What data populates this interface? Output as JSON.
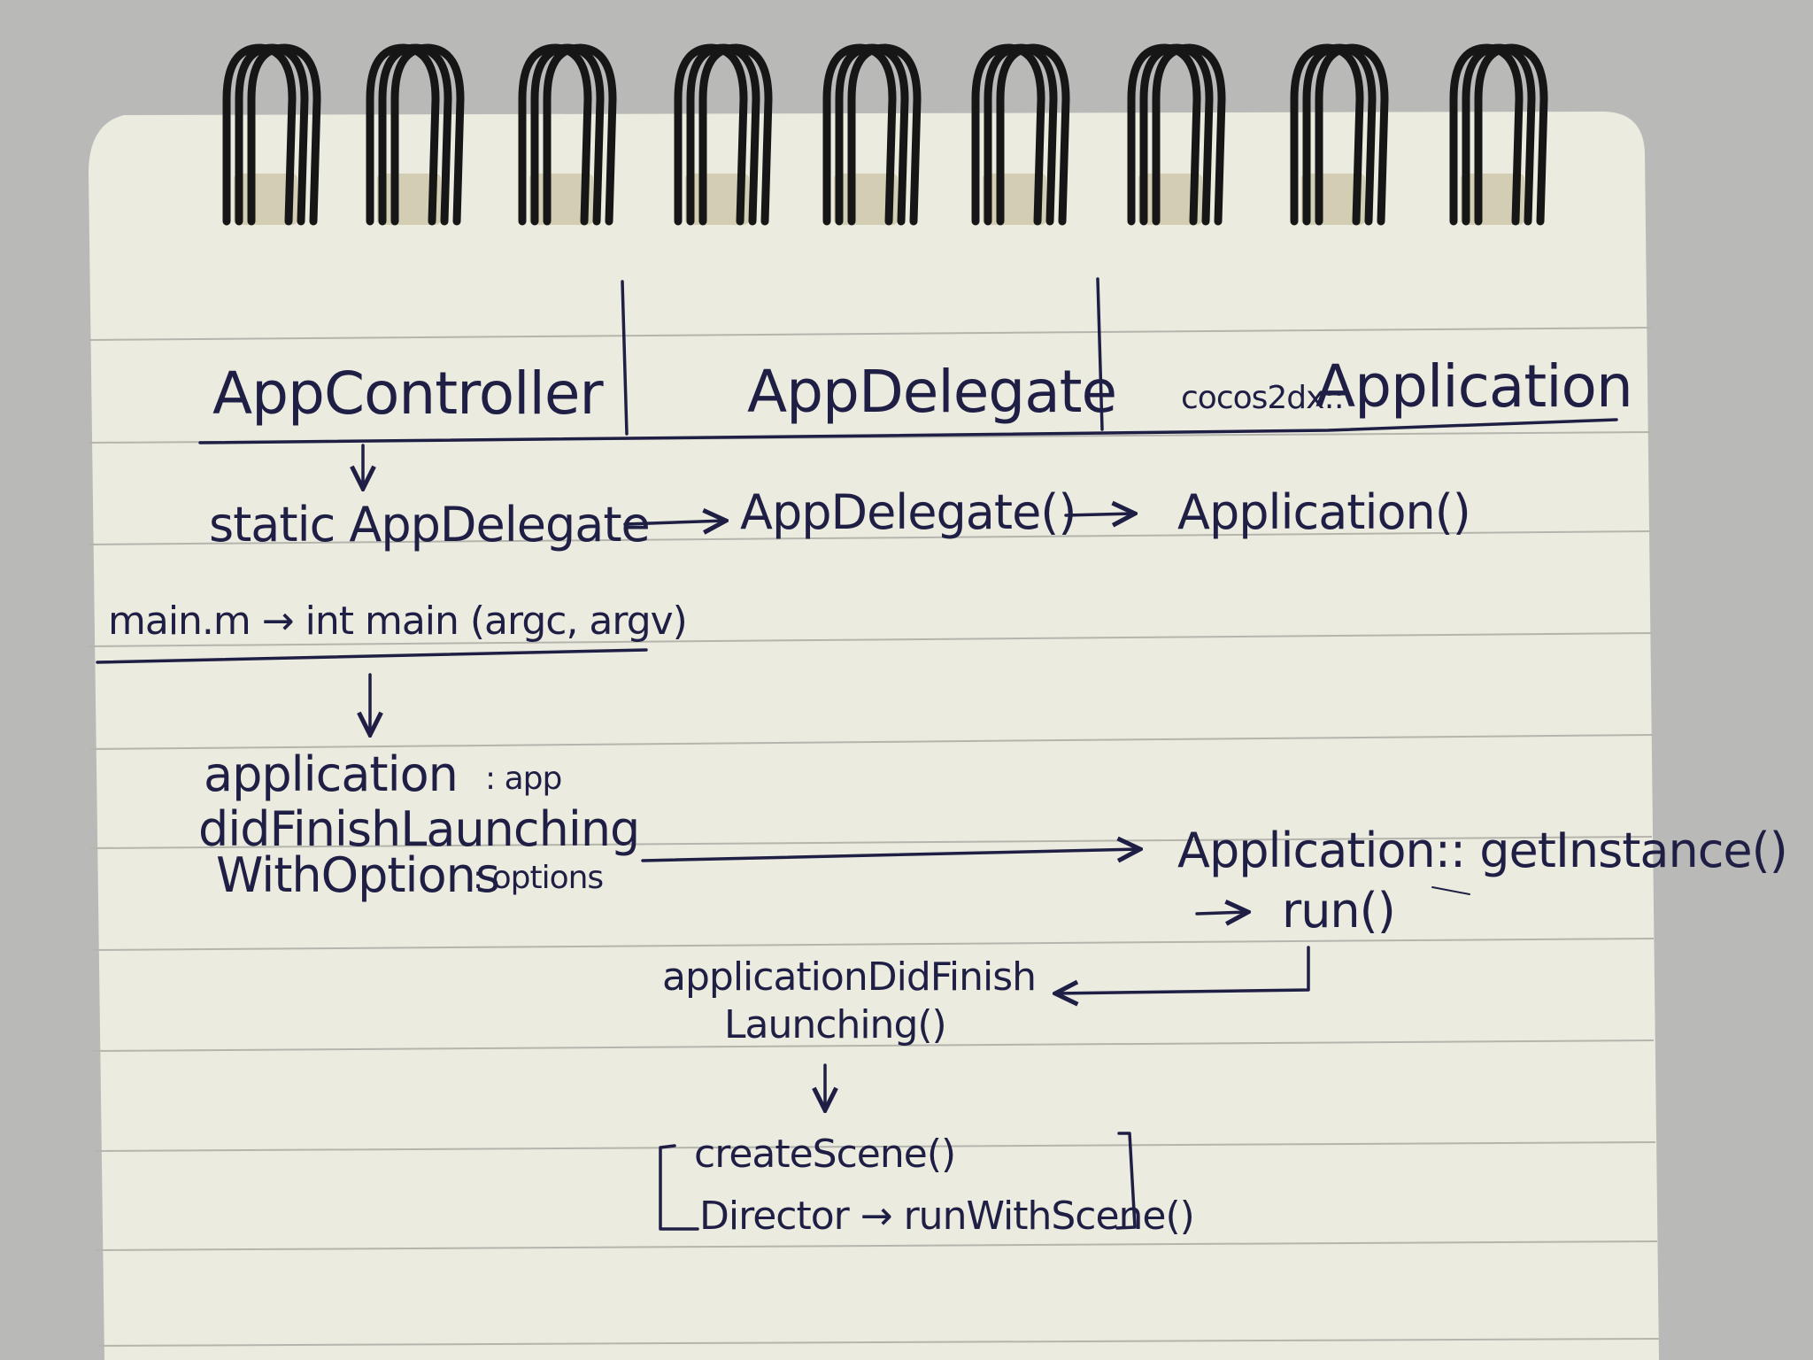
{
  "notebook": {
    "colors": {
      "background": "#b9b9b7",
      "paper": "#ecebdf",
      "rule_line": "#b5b5ae",
      "ink": "#1f1f45",
      "spiral_wire": "#161616"
    }
  },
  "headers": {
    "col1": "AppController",
    "col2": "AppDelegate",
    "col3_prefix": "cocos2dx::",
    "col3_main": "Application"
  },
  "flow": {
    "static_delegate": "static AppDelegate",
    "app_delegate_ctor": "AppDelegate()",
    "application_ctor": "Application()",
    "main_line": "main.m → int main (argc, argv)",
    "did_finish_1a": "application",
    "did_finish_1b": ": app",
    "did_finish_2": "didFinishLaunching",
    "did_finish_3a": "WithOptions",
    "did_finish_3b": ": options",
    "get_instance": "Application:: getInstance()",
    "run": "run()",
    "app_did_finish_1": "applicationDidFinish",
    "app_did_finish_2": "Launching()",
    "create_scene": "createScene()",
    "director_run": "Director → runWithScene()"
  }
}
